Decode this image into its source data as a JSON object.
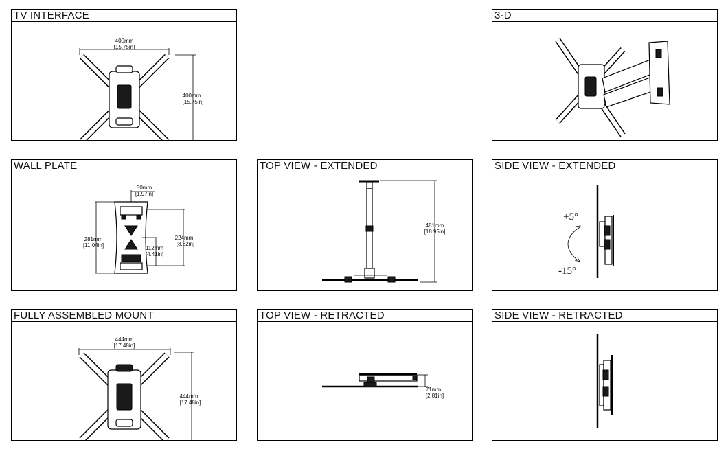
{
  "panels": {
    "tv_interface": {
      "title": "TV INTERFACE",
      "width_mm": "400mm",
      "width_in": "[15.75in]",
      "height_mm": "400mm",
      "height_in": "[15.75in]"
    },
    "three_d": {
      "title": "3-D"
    },
    "wall_plate": {
      "title": "WALL PLATE",
      "top_mm": "50mm",
      "top_in": "[1.97in]",
      "height_mm": "281mm",
      "height_in": "[11.04in]",
      "hole_mm": "224mm",
      "hole_in": "[8.82in]",
      "inner_mm": "112mm",
      "inner_in": "[4.41in]"
    },
    "top_extended": {
      "title": "TOP VIEW - EXTENDED",
      "depth_mm": "481mm",
      "depth_in": "[18.95in]"
    },
    "side_extended": {
      "title": "SIDE VIEW - EXTENDED",
      "tilt_up": "+5°",
      "tilt_down": "-15°"
    },
    "assembled": {
      "title": "FULLY ASSEMBLED MOUNT",
      "width_mm": "444mm",
      "width_in": "[17.48in]",
      "height_mm": "444mm",
      "height_in": "[17.48in]"
    },
    "top_retracted": {
      "title": "TOP VIEW - RETRACTED",
      "depth_mm": "71mm",
      "depth_in": "[2.81in]"
    },
    "side_retracted": {
      "title": "SIDE VIEW - RETRACTED"
    }
  }
}
